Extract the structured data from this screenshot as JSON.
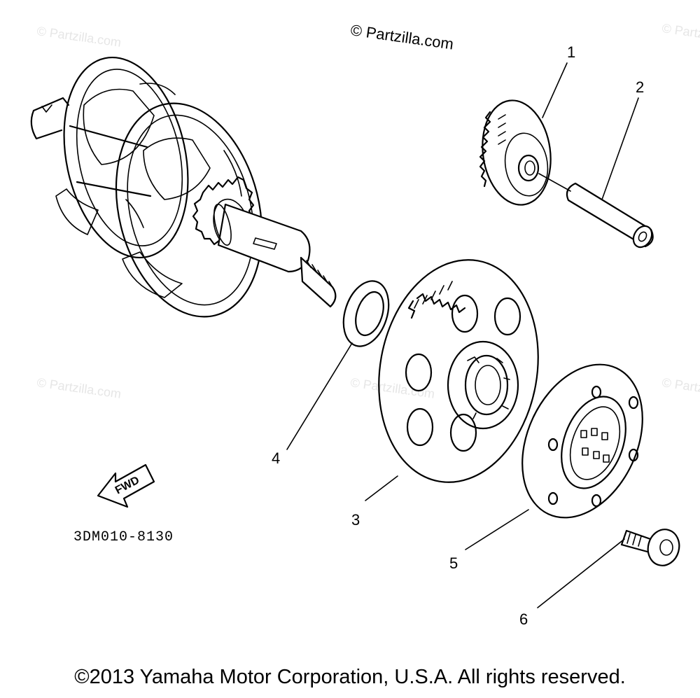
{
  "watermark_top": "© Partzilla.com",
  "watermark_faded": "© Partzilla.com",
  "fwd_label": "FWD",
  "diagram_code": "3DM010-8130",
  "callouts": [
    "1",
    "2",
    "3",
    "4",
    "5",
    "6"
  ],
  "copyright": "©2013 Yamaha Motor Corporation, U.S.A. All rights reserved."
}
